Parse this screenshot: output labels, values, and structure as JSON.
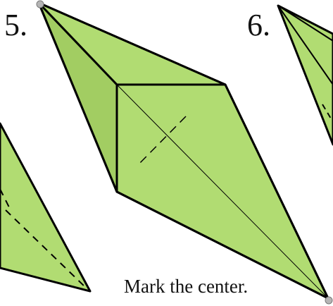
{
  "steps": {
    "step5_number": "5.",
    "step6_number": "6."
  },
  "caption": "Mark the center.",
  "colors": {
    "paper_fill": "#b1dc72",
    "outline": "#000000",
    "pin": "#b5b5b5"
  }
}
